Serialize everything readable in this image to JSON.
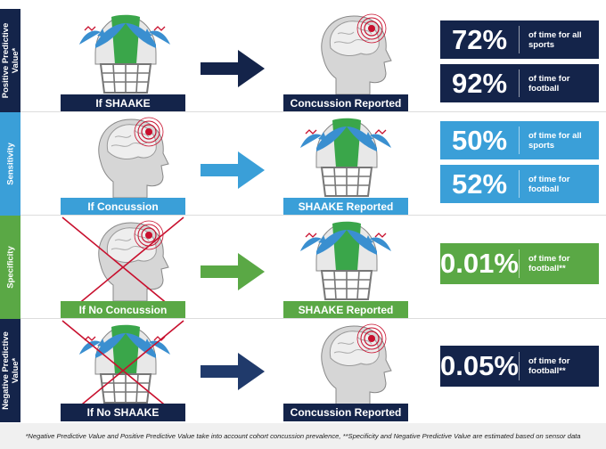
{
  "rows": [
    {
      "label": "Positive Predictive Value*",
      "left_caption": "If SHAAKE",
      "right_caption": "Concussion Reported",
      "stats": [
        {
          "value": "72%",
          "desc": "of time for all sports"
        },
        {
          "value": "92%",
          "desc": "of time for football"
        }
      ]
    },
    {
      "label": "Sensitivity",
      "left_caption": "If Concussion",
      "right_caption": "SHAAKE Reported",
      "stats": [
        {
          "value": "50%",
          "desc": "of time for all sports"
        },
        {
          "value": "52%",
          "desc": "of time for football"
        }
      ]
    },
    {
      "label": "Specificity",
      "left_caption": "If No Concussion",
      "right_caption": "SHAAKE Reported",
      "stats": [
        {
          "value": "0.01%",
          "desc": "of time for football**"
        }
      ]
    },
    {
      "label": "Negative Predictive Value*",
      "left_caption": "If No SHAAKE",
      "right_caption": "Concussion Reported",
      "stats": [
        {
          "value": "0.05%",
          "desc": "of time for football**"
        }
      ]
    }
  ],
  "footer": "*Negative Predictive Value and Positive Predictive Value take into account cohort concussion prevalence, **Specificity and Negative Predictive Value are estimated based on sensor data",
  "colors": {
    "navy": "#14244a",
    "navy_arrow": "#203a6b",
    "light_blue": "#3a9fd8",
    "green": "#5aa845",
    "red": "#c8102e",
    "helmet_green": "#3aa64a",
    "helmet_blue": "#3a8fd0"
  },
  "icons": [
    "helmet-icon",
    "head-brain-icon",
    "arrow-right-icon",
    "cross-out-icon"
  ]
}
